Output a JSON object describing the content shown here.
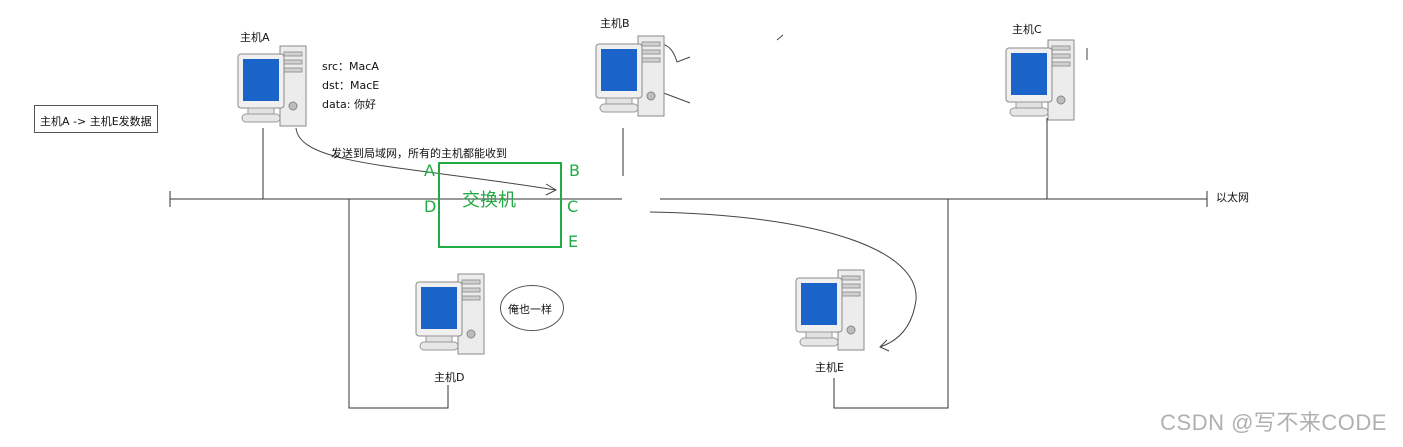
{
  "task_note": "主机A -> 主机E发数据",
  "hosts": {
    "a": "主机A",
    "b": "主机B",
    "c": "主机C",
    "d": "主机D",
    "e": "主机E"
  },
  "packet": {
    "src": "src：MacA",
    "dst": "dst：MacE",
    "data": "data: 你好"
  },
  "broadcast_label": "发送到局域网，所有的主机都能收到",
  "switch": {
    "title": "交换机",
    "ports": {
      "a": "A",
      "b": "B",
      "c": "C",
      "d": "D",
      "e": "E"
    }
  },
  "ethernet_label": "以太网",
  "speech_bubble": "俺也一样",
  "watermark": "CSDN @写不来CODE",
  "colors": {
    "switch": "#22aa44",
    "wire": "#333333",
    "screen": "#1a63c8"
  }
}
